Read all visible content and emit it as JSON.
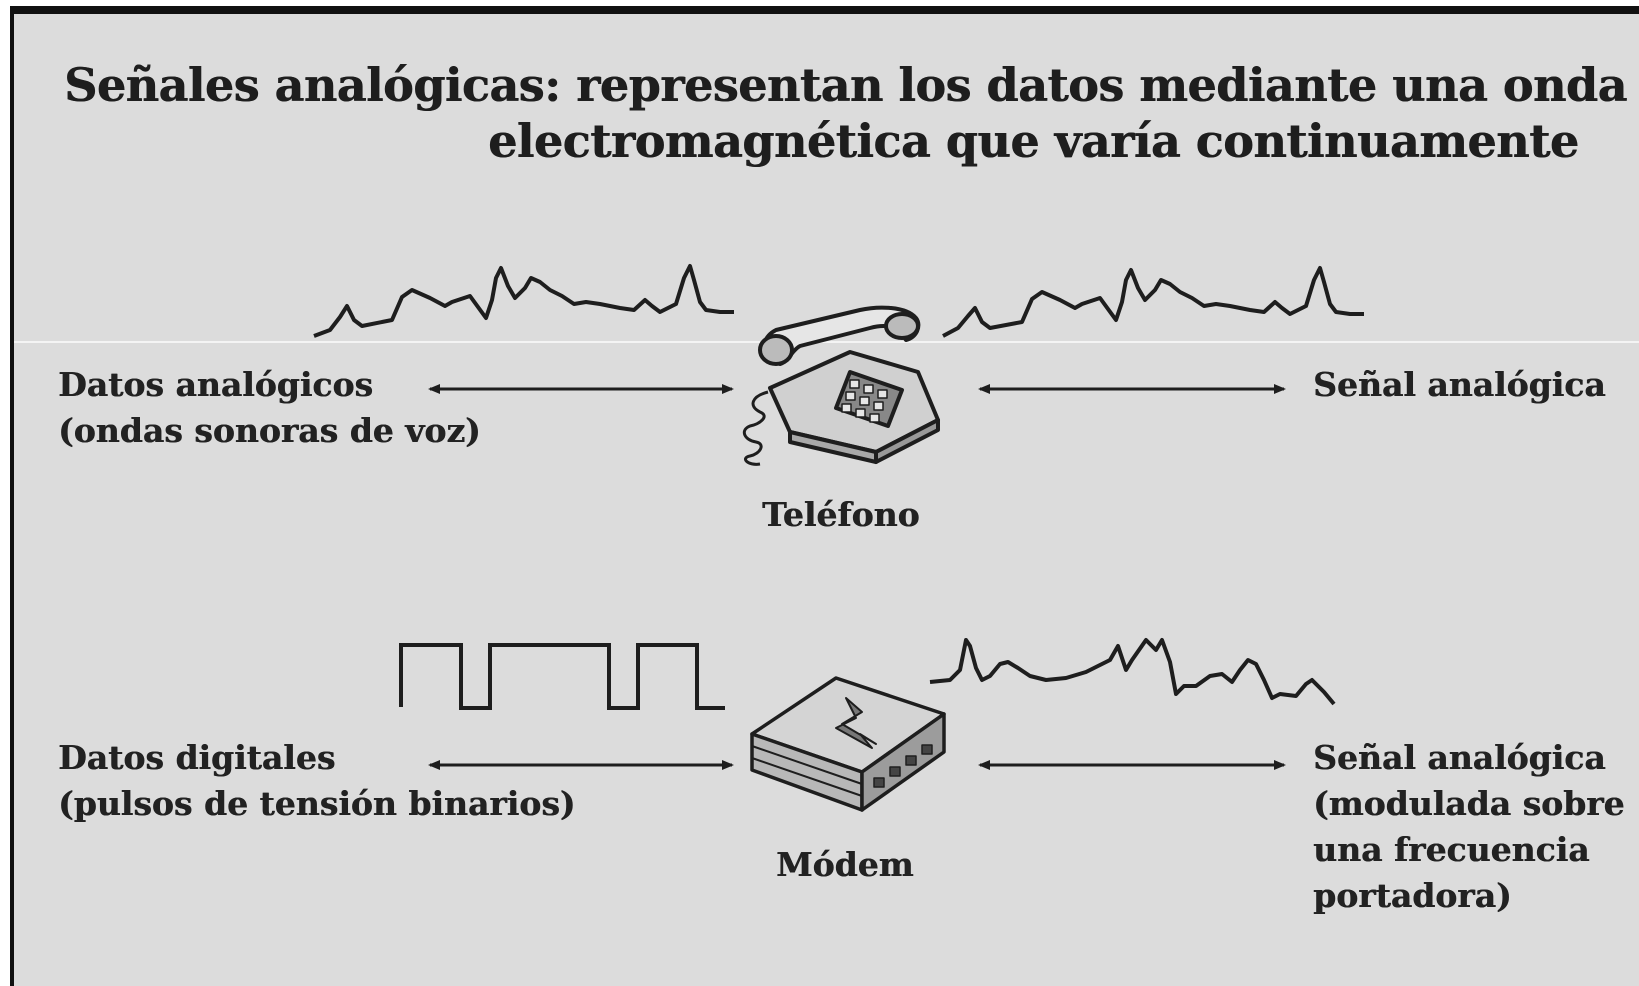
{
  "title": {
    "line1": "Señales analógicas: representan los datos mediante una onda",
    "line2": "electromagnética que varía continuamente"
  },
  "rows": [
    {
      "left_label": [
        "Datos analógicos",
        "(ondas sonoras de voz)"
      ],
      "device": "Teléfono",
      "device_icon": "telephone-icon",
      "right_label": [
        "Señal analógica"
      ],
      "input_signal": "analog-waveform",
      "output_signal": "analog-waveform"
    },
    {
      "left_label": [
        "Datos digitales",
        "(pulsos de tensión binarios)"
      ],
      "device": "Módem",
      "device_icon": "modem-icon",
      "right_label": [
        "Señal analógica",
        "(modulada sobre",
        "una frecuencia",
        "portadora)"
      ],
      "input_signal": "square-wave",
      "output_signal": "analog-waveform"
    }
  ],
  "colors": {
    "background": "#dcdcdc",
    "ink": "#1e1e1e",
    "border": "#111111"
  }
}
